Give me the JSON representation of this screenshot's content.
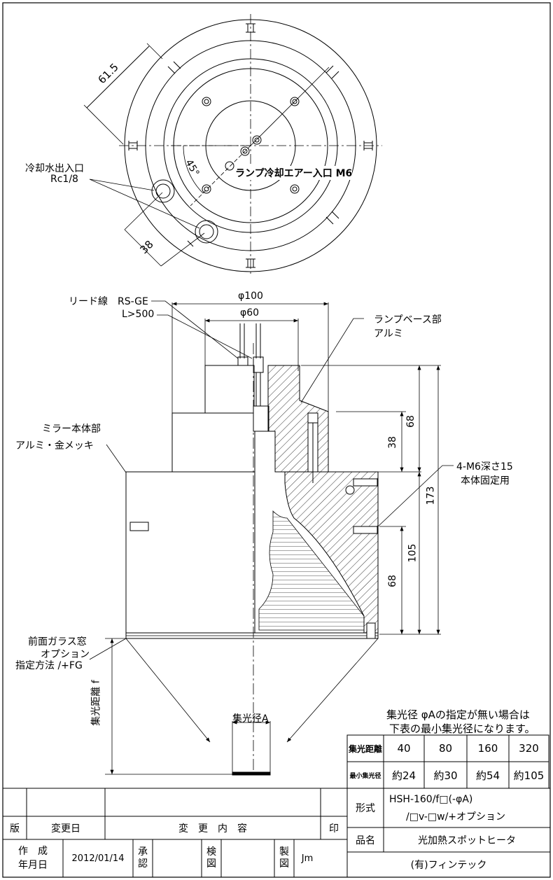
{
  "top_view": {
    "dim_radius": "61.5",
    "dim_offset": "38",
    "angle": "45°",
    "cooling_water_label": "冷却水出入口",
    "cooling_water_size": "Rc1/8",
    "lamp_air_label": "ランプ冷却エアー入口 M6"
  },
  "side_view": {
    "lead_wire_label": "リード線　RS-GE",
    "lead_wire_length": "L>500",
    "dim_outer_dia": "φ100",
    "dim_inner_dia": "φ60",
    "lamp_base_label": "ランプベース部",
    "lamp_base_material": "アルミ",
    "mirror_label": "ミラー本体部",
    "mirror_material": "アルミ・金メッキ",
    "mount_screw_label": "4-M6深さ15",
    "mount_screw_use": "本体固定用",
    "dim_68_top": "68",
    "dim_38": "38",
    "dim_173": "173",
    "dim_105": "105",
    "dim_68_bottom": "68",
    "glass_label": "前面ガラス窓",
    "glass_option": "オプション",
    "glass_spec": "指定方法 /+FG",
    "focal_distance_label": "集光距離 f",
    "spot_diameter_label": "集光径A"
  },
  "note_line1": "集光径 φAの指定が無い場合は",
  "note_line2": "下表の最小集光径になります。",
  "spot_table": {
    "row1_header": "集光距離",
    "row2_header": "最小集光径",
    "distances": [
      "40",
      "80",
      "160",
      "320"
    ],
    "min_diameters": [
      "約24",
      "約30",
      "約54",
      "約105"
    ]
  },
  "title_block": {
    "rev_label": "版",
    "date_label": "変更日",
    "content_label": "変　更　内　容",
    "seal_label": "印",
    "created_label_1": "作　成",
    "created_label_2": "年月日",
    "created_date": "2012/01/14",
    "approve_label_1": "承",
    "approve_label_2": "認",
    "check_label_1": "検",
    "check_label_2": "図",
    "draw_label_1": "製",
    "draw_label_2": "図",
    "drafter": "Jm",
    "model_label": "形式",
    "model_value_1": "HSH-160/f□(-φA)",
    "model_value_2": "/□v-□w/+オプション",
    "product_label": "品名",
    "product_value": "光加熱スポットヒータ",
    "company": "(有)フィンテック"
  }
}
